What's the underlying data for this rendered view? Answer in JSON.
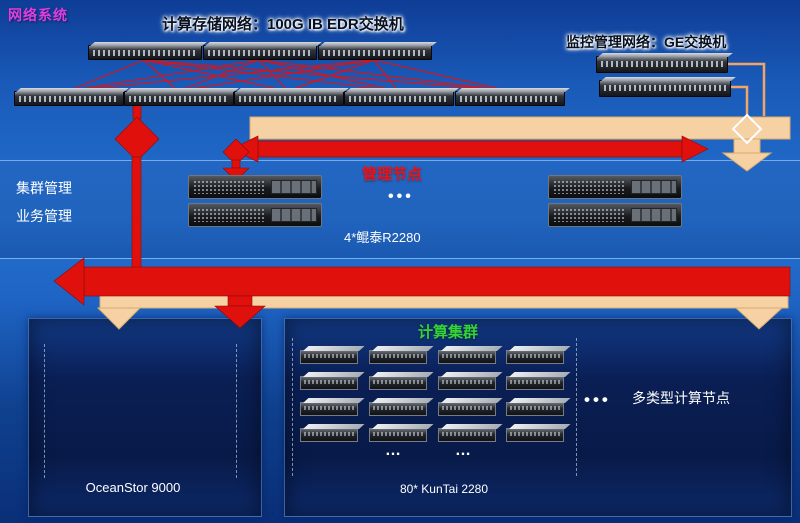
{
  "header": {
    "system_label": "网络系统",
    "compute_storage_network_title": "计算存储网络：100G IB EDR交换机",
    "monitor_network_title": "监控管理网络：GE交换机"
  },
  "management_band": {
    "left_label_1": "集群管理",
    "left_label_2": "业务管理",
    "title": "管理节点",
    "dots": "•••",
    "caption": "4*鲲泰R2280"
  },
  "storage_panel": {
    "caption": "OceanStor 9000"
  },
  "compute_panel": {
    "title": "计算集群",
    "caption": "80* KunTai 2280",
    "column_dots_1": "…",
    "column_dots_2": "…",
    "side_dots": "•••",
    "side_label": "多类型计算节点"
  },
  "colors": {
    "arrow_red": "#e0100c",
    "arrow_beige": "#f5d1a4",
    "label_magenta": "#e23ce2",
    "label_green": "#35d435",
    "label_red": "#f50f0f",
    "background_blue": "#1e63c3"
  }
}
